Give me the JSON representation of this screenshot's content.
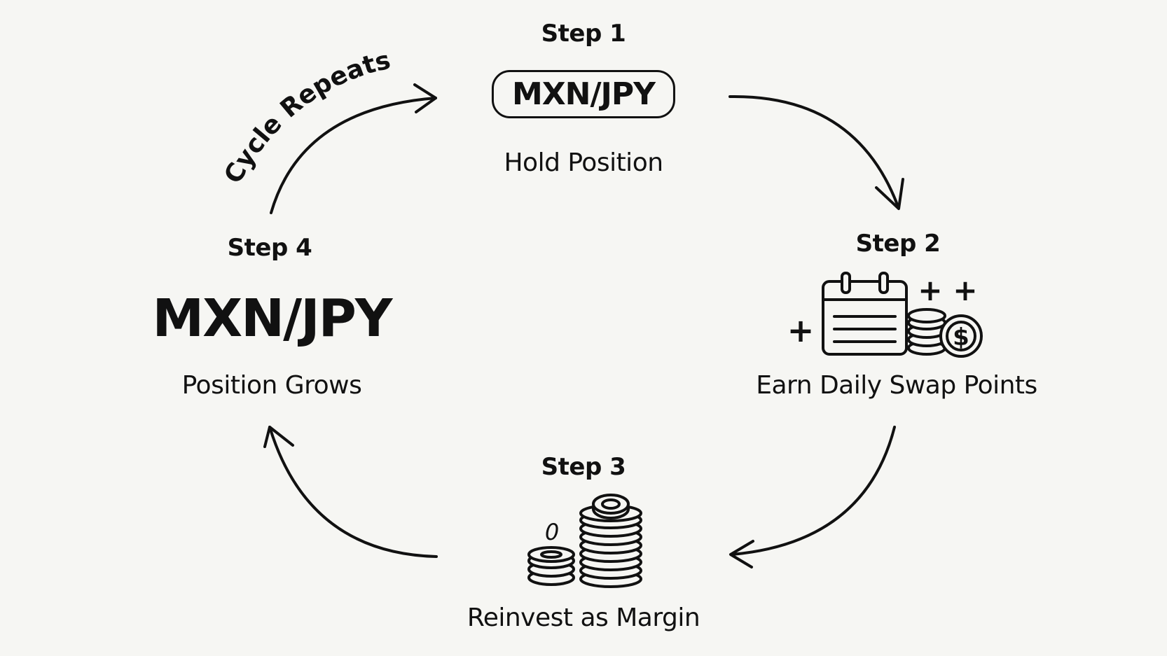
{
  "cycle_label": "Cycle Repeats",
  "steps": [
    {
      "title": "Step 1",
      "pair": "MXN/JPY",
      "description": "Hold Position",
      "icon": "currency-pair-badge"
    },
    {
      "title": "Step 2",
      "description": "Earn Daily Swap Points",
      "icon": "calendar-coins-icon"
    },
    {
      "title": "Step 3",
      "description": "Reinvest as Margin",
      "icon": "coin-stacks-icon"
    },
    {
      "title": "Step 4",
      "pair": "MXN/JPY",
      "description": "Position Grows",
      "icon": "currency-pair-text"
    }
  ],
  "icon_glyphs": {
    "plus": "+",
    "dollar": "$",
    "zero": "0"
  },
  "colors": {
    "background": "#f6f6f3",
    "ink": "#111111"
  }
}
